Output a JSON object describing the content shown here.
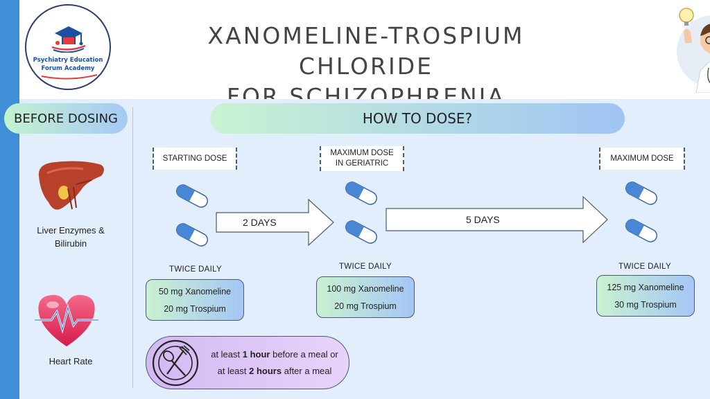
{
  "logo": {
    "line1": "Psychiatry Education",
    "line2": "Forum Academy"
  },
  "title": {
    "line1": "XANOMELINE-TROSPIUM CHLORIDE",
    "line2": "FOR SCHIZOPHRENIA"
  },
  "before_dosing": {
    "header": "BEFORE DOSING",
    "items": [
      {
        "label_line1": "Liver Enzymes &",
        "label_line2": "Bilirubin",
        "icon": "liver-icon"
      },
      {
        "label_line1": "Heart Rate",
        "icon": "heart-rate-icon"
      }
    ]
  },
  "how_to_dose": {
    "header": "HOW TO DOSE?",
    "stages": [
      {
        "label_line1": "STARTING DOSE",
        "label_line2": "",
        "frequency": "TWICE DAILY",
        "dose_line1": "50 mg Xanomeline",
        "dose_line2": "20 mg Trospium"
      },
      {
        "label_line1": "MAXIMUM DOSE",
        "label_line2": "IN GERIATRIC",
        "frequency": "TWICE DAILY",
        "dose_line1": "100 mg Xanomeline",
        "dose_line2": "20 mg Trospium"
      },
      {
        "label_line1": "MAXIMUM DOSE",
        "label_line2": "",
        "frequency": "TWICE DAILY",
        "dose_line1": "125 mg Xanomeline",
        "dose_line2": "30 mg Trospium"
      }
    ],
    "transitions": [
      "2 DAYS",
      "5 DAYS"
    ]
  },
  "meal_timing": {
    "line1_pre": "at least ",
    "line1_bold": "1 hour",
    "line1_post": " before a meal or",
    "line2_pre": "at least ",
    "line2_bold": "2 hours",
    "line2_post": " after a meal",
    "icon": "plate-fork-spoon-icon"
  },
  "colors": {
    "stripe": "#3f8fd8",
    "panel_bg": "#e3eefc",
    "capsule_blue": "#4a86d6",
    "green_grad": "#c9f1d0",
    "blue_grad": "#a5c6f6",
    "purple_grad": "#d3b8f2"
  }
}
